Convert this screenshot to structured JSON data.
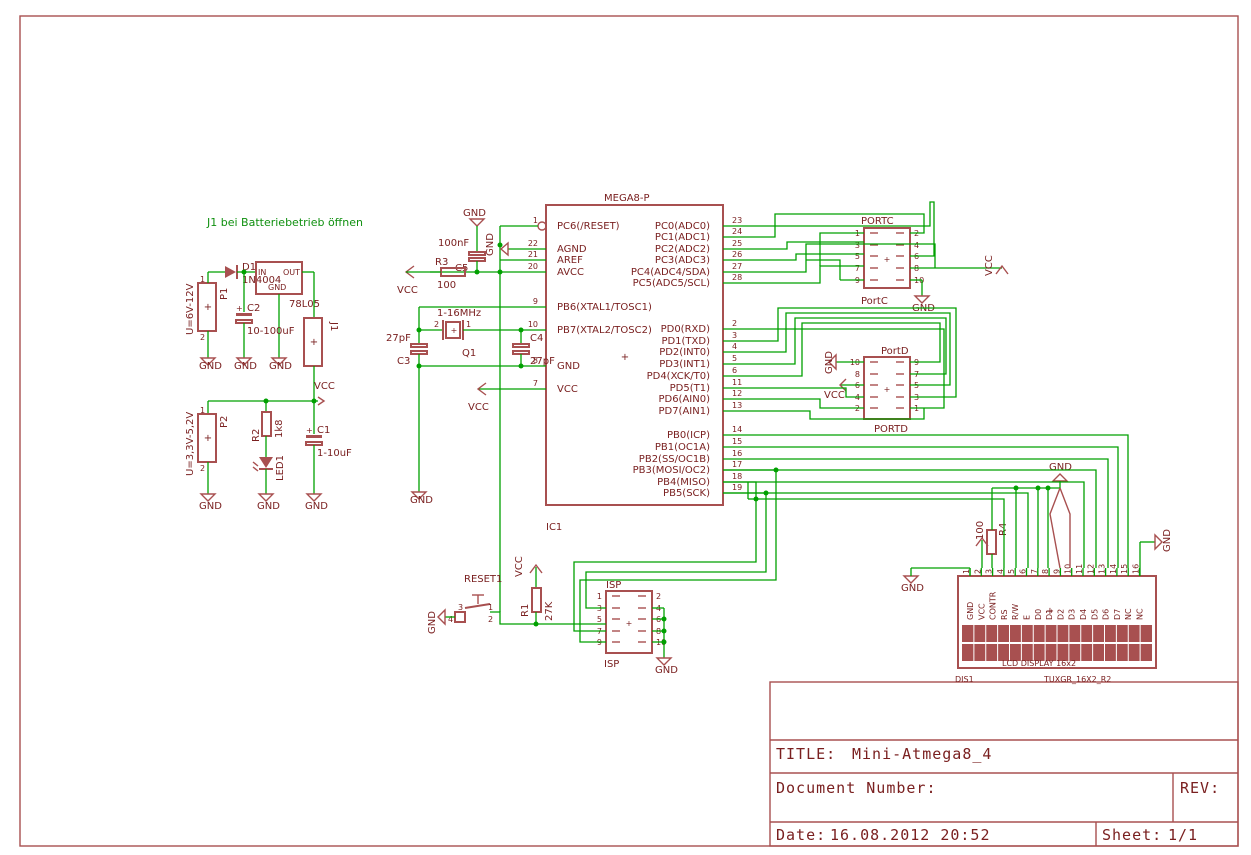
{
  "title_block": {
    "title_label": "TITLE:",
    "title_value": "Mini-Atmega8_4",
    "docnum_label": "Document Number:",
    "rev_label": "REV:",
    "date_label": "Date:",
    "date_value": "16.08.2012 20:52",
    "sheet_label": "Sheet:",
    "sheet_value": "1/1"
  },
  "note": "J1 bei Batteriebetrieb öffnen",
  "ic1": {
    "name": "MEGA8-P",
    "ref": "IC1",
    "left_pins": [
      {
        "num": "1",
        "name": "PC6(/RESET)"
      },
      {
        "num": "22",
        "name": "AGND"
      },
      {
        "num": "21",
        "name": "AREF"
      },
      {
        "num": "20",
        "name": "AVCC"
      },
      {
        "num": "9",
        "name": "PB6(XTAL1/TOSC1)"
      },
      {
        "num": "10",
        "name": "PB7(XTAL2/TOSC2)"
      },
      {
        "num": "8",
        "name": "GND"
      },
      {
        "num": "7",
        "name": "VCC"
      }
    ],
    "right_pins": [
      {
        "num": "23",
        "name": "PC0(ADC0)"
      },
      {
        "num": "24",
        "name": "PC1(ADC1)"
      },
      {
        "num": "25",
        "name": "PC2(ADC2)"
      },
      {
        "num": "26",
        "name": "PC3(ADC3)"
      },
      {
        "num": "27",
        "name": "PC4(ADC4/SDA)"
      },
      {
        "num": "28",
        "name": "PC5(ADC5/SCL)"
      },
      {
        "num": "2",
        "name": "PD0(RXD)"
      },
      {
        "num": "3",
        "name": "PD1(TXD)"
      },
      {
        "num": "4",
        "name": "PD2(INT0)"
      },
      {
        "num": "5",
        "name": "PD3(INT1)"
      },
      {
        "num": "6",
        "name": "PD4(XCK/T0)"
      },
      {
        "num": "11",
        "name": "PD5(T1)"
      },
      {
        "num": "12",
        "name": "PD6(AIN0)"
      },
      {
        "num": "13",
        "name": "PD7(AIN1)"
      },
      {
        "num": "14",
        "name": "PB0(ICP)"
      },
      {
        "num": "15",
        "name": "PB1(OC1A)"
      },
      {
        "num": "16",
        "name": "PB2(SS/OC1B)"
      },
      {
        "num": "17",
        "name": "PB3(MOSI/OC2)"
      },
      {
        "num": "18",
        "name": "PB4(MISO)"
      },
      {
        "num": "19",
        "name": "PB5(SCK)"
      }
    ]
  },
  "labels": {
    "gnd": "GND",
    "vcc": "VCC",
    "portc": "PORTC",
    "portc2": "PortC",
    "portd": "PortD",
    "portd2": "PORTD",
    "isp": "ISP",
    "reset": "RESET1",
    "r1": "R1",
    "r1_val": "27K",
    "r2": "R2",
    "r2_val": "1k8",
    "r3": "R3",
    "r3_val": "100",
    "r4": "R4",
    "r4_val": "100",
    "c1": "C1",
    "c1_val": "1-10uF",
    "c2": "C2",
    "c2_val": "10-100uF",
    "c3": "C3",
    "c3_val": "27pF",
    "c4": "C4",
    "c4_val": "27pF",
    "c5": "C5",
    "c5_val": "100nF",
    "q1": "Q1",
    "q1_val": "1-16MHz",
    "d1": "D1",
    "d1_val": "1N4004",
    "reg_val": "78L05",
    "reg_in": "IN",
    "reg_out": "OUT",
    "reg_gnd": "GND",
    "j1": "J1",
    "p1": "P1",
    "p1_val": "U=6V-12V",
    "p2": "P2",
    "p2_val": "U=3,3V-5,2V",
    "led": "LED1",
    "lcd": "LCD DISPLAY 16x2",
    "dis": "DIS1",
    "lcd_type": "TUXGR_16X2_R2"
  },
  "lcd_pins": [
    "GND",
    "VCC",
    "CONTR",
    "RS",
    "R/W",
    "E",
    "D0",
    "D1",
    "D2",
    "D3",
    "D4",
    "D5",
    "D6",
    "D7",
    "NC",
    "NC"
  ]
}
